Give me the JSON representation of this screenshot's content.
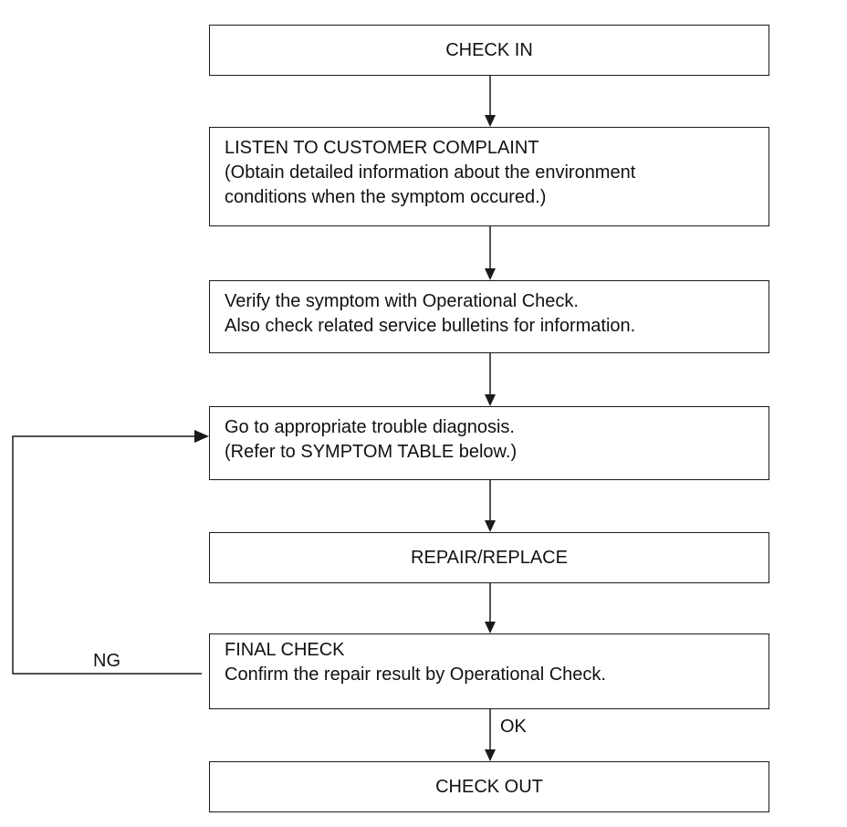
{
  "flowchart": {
    "steps": [
      {
        "lines": [
          "CHECK IN"
        ]
      },
      {
        "lines": [
          "LISTEN TO CUSTOMER COMPLAINT",
          "(Obtain detailed information about the environment",
          "conditions when the symptom occured.)"
        ]
      },
      {
        "lines": [
          "Verify the symptom with Operational Check.",
          "Also check related service bulletins for information."
        ]
      },
      {
        "lines": [
          "Go to appropriate trouble diagnosis.",
          "(Refer to SYMPTOM TABLE below.)"
        ]
      },
      {
        "lines": [
          "REPAIR/REPLACE"
        ]
      },
      {
        "lines": [
          "FINAL CHECK",
          "Confirm the repair result by Operational Check."
        ]
      },
      {
        "lines": [
          "CHECK OUT"
        ]
      }
    ],
    "branch_labels": {
      "ng": "NG",
      "ok": "OK"
    }
  }
}
